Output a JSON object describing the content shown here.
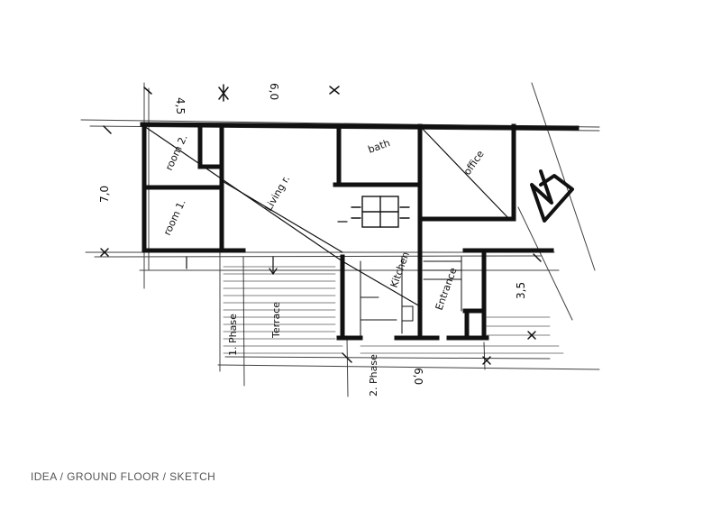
{
  "caption": "IDEA / GROUND FLOOR / SKETCH",
  "rooms": {
    "room_2": "room 2.",
    "room_1": "room 1.",
    "living": "Living r.",
    "bath": "bath",
    "office": "office",
    "kitchen": "Kitchen",
    "entrance": "Entrance",
    "terrace": "Terrace"
  },
  "phases": {
    "phase_1": "1. Phase",
    "phase_2": "2. Phase"
  },
  "dimensions": {
    "top_1": "4,5",
    "top_2": "6,0",
    "left": "7,0",
    "right": "3,5",
    "bottom": "6,0"
  },
  "colors": {
    "ink": "#111111",
    "caption": "#555555"
  }
}
